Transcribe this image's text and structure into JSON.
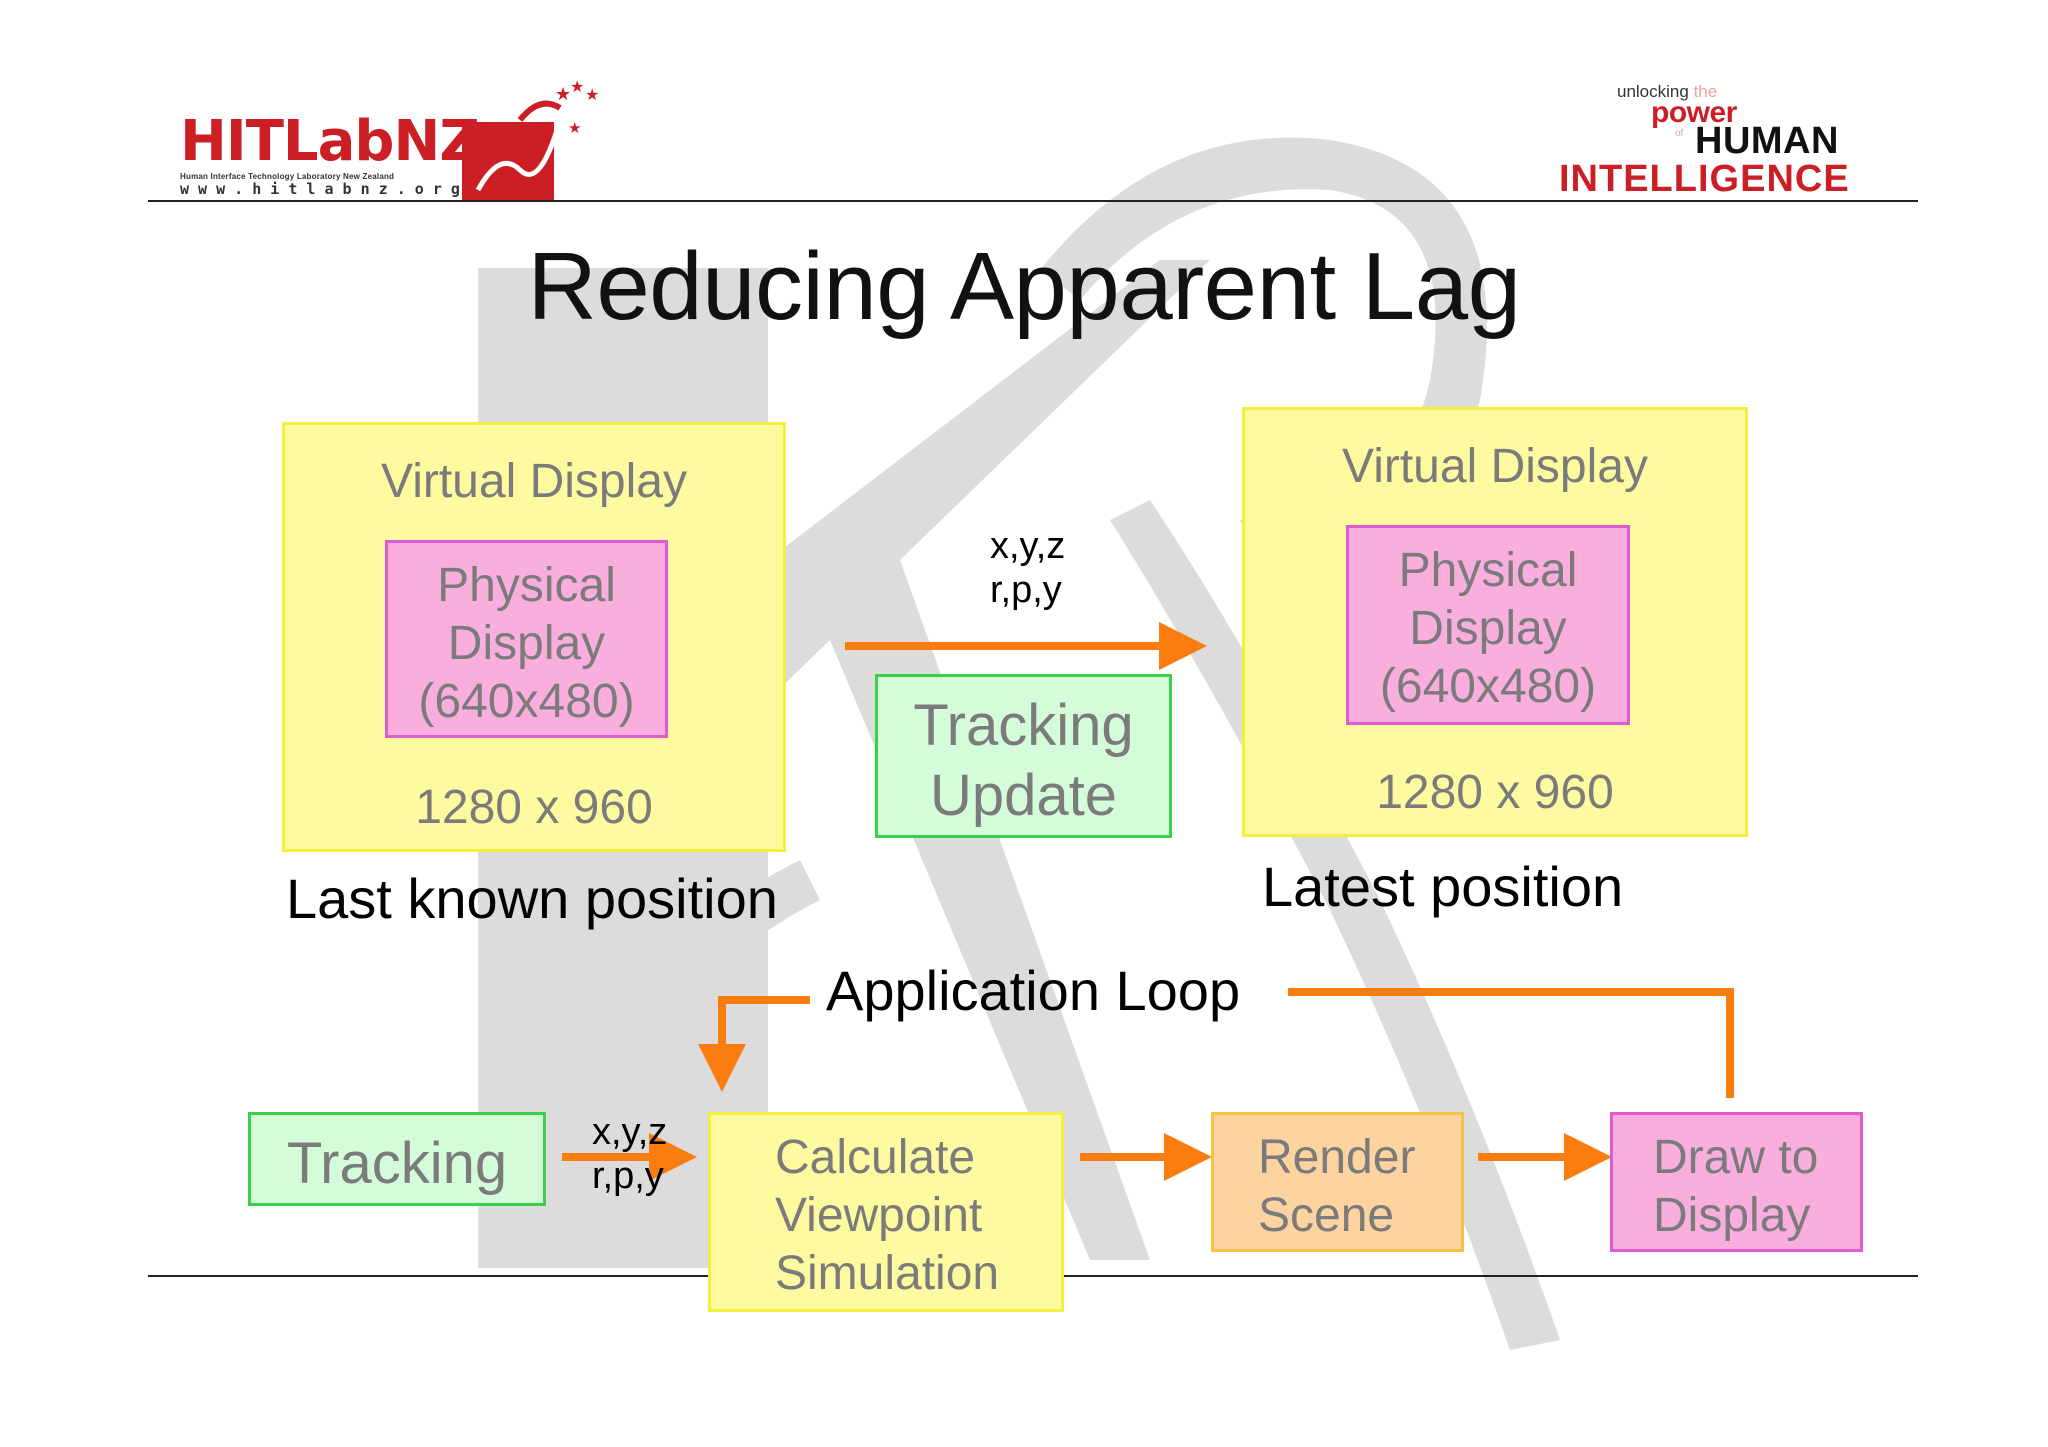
{
  "header": {
    "left_logo": {
      "name": "HITLabNZ",
      "line1": "Human Interface Technology Laboratory New Zealand",
      "line2": "w w w . h i t l a b n z . o r g"
    },
    "right_logo": {
      "unlocking": "unlocking",
      "the": "the",
      "power": "power",
      "of": "of",
      "human": "HUMAN",
      "intelligence": "INTELLIGENCE"
    }
  },
  "title": "Reducing Apparent Lag",
  "top_left": {
    "outer_label": "Virtual Display",
    "inner_lines": [
      "Physical",
      "Display",
      "(640x480)"
    ],
    "size_label": "1280 x 960",
    "caption": "Last known position"
  },
  "top_middle": {
    "coords_line1": "x,y,z",
    "coords_line2": "r,p,y",
    "box_lines": [
      "Tracking",
      "Update"
    ]
  },
  "top_right": {
    "outer_label": "Virtual Display",
    "inner_lines": [
      "Physical",
      "Display",
      "(640x480)"
    ],
    "size_label": "1280 x 960",
    "caption": "Latest position"
  },
  "loop": {
    "label": "Application Loop",
    "tracking": "Tracking",
    "coords_line1": "x,y,z",
    "coords_line2": "r,p,y",
    "calculate_lines": [
      "Calculate",
      "Viewpoint",
      "Simulation"
    ],
    "render_lines": [
      "Render",
      "Scene"
    ],
    "draw_lines": [
      "Draw to",
      "Display"
    ]
  },
  "colors": {
    "arrow": "#fb7d10",
    "logo_red": "#cc1f25",
    "watermark": "#dcdcdc"
  }
}
